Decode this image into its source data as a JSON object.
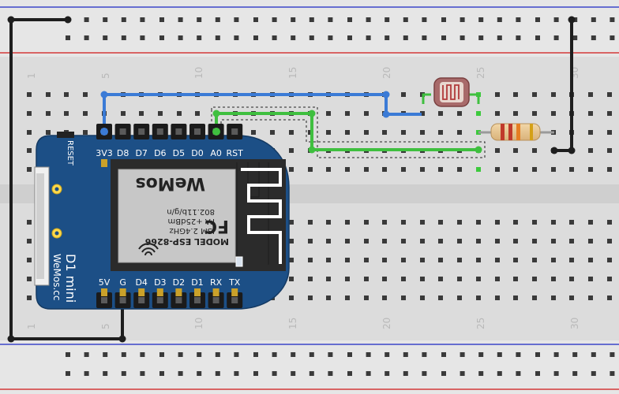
{
  "breadboard": {
    "column_numbers": [
      "1",
      "5",
      "10",
      "15",
      "20",
      "25",
      "30"
    ],
    "colors": {
      "board": "#d9d9d9",
      "rail_plus": "#d52b2b",
      "rail_minus": "#2b2bd5",
      "hole": "#3a3a3a",
      "hole_connected": "#3cc93c"
    }
  },
  "board": {
    "top_pins": [
      "3V3",
      "D8",
      "D7",
      "D6",
      "D5",
      "D0",
      "A0",
      "RST"
    ],
    "bottom_pins": [
      "5V",
      "G",
      "D4",
      "D3",
      "D2",
      "D1",
      "RX",
      "TX"
    ],
    "reset_label": "RESET",
    "name": "D1 mini",
    "maker": "WeMos.cc",
    "color": "#1c4f86",
    "module": {
      "brand": "WeMos",
      "lines": [
        "MODEL  ESP-8266",
        "ISM 2.4GHz",
        "PA +25dBm",
        "802.11b/g/n"
      ],
      "cert": "FC"
    }
  },
  "wires": {
    "black": "#1e1e1e",
    "blue": "#3b7bd6",
    "green": "#3fbf3f"
  },
  "resistor": {
    "bands": [
      "#c0392b",
      "#c0392b",
      "#e67e22",
      "#d4a017"
    ]
  }
}
